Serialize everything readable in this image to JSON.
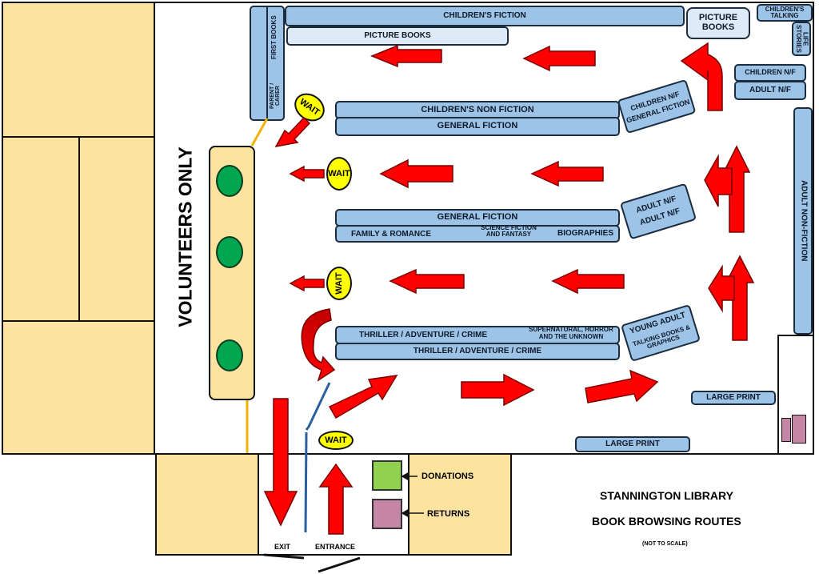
{
  "title_line1": "STANNINGTON LIBRARY",
  "title_line2": "BOOK BROWSING ROUTES",
  "scale_note": "(NOT TO SCALE)",
  "volunteers": "VOLUNTEERS  ONLY",
  "wait": "WAIT",
  "shelves": {
    "childrens_fiction": "CHILDREN'S FICTION",
    "picture_books_long": "PICTURE  BOOKS",
    "picture_books_box": "PICTURE BOOKS",
    "childrens_talking": "CHILDREN'S TALKING",
    "life_stories": "LIFE STORIES",
    "first_books": "FIRST BOOKS",
    "parent_carer": "PARENT / CARER",
    "childrens_non_fiction": "CHILDREN'S NON FICTION",
    "general_fiction_1": "GENERAL FICTION",
    "children_nf_general_fiction_a": "CHILDREN N/F",
    "children_nf_general_fiction_b": "GENERAL FICTION",
    "children_nf": "CHILDREN N/F",
    "adult_nf_small": "ADULT N/F",
    "adult_non_fiction": "ADULT NON-FICTION",
    "general_fiction_2": "GENERAL FICTION",
    "family_romance": "FAMILY & ROMANCE",
    "scifi_fantasy": "SCIENCE FICTION AND  FANTASY",
    "biographies": "BIOGRAPHIES",
    "adult_nf_angled_a": "ADULT N/F",
    "adult_nf_angled_b": "ADULT N/F",
    "thriller_1": "THRILLER / ADVENTURE / CRIME",
    "supernatural": "SUPERNATURAL, HORROR AND THE UNKNOWN",
    "thriller_2": "THRILLER / ADVENTURE / CRIME",
    "young_adult": "YOUNG ADULT",
    "talking_books": "TALKING BOOKS & GRAPHICS",
    "large_print_1": "LARGE PRINT",
    "large_print_2": "LARGE PRINT"
  },
  "donations": "DONATIONS",
  "returns": "RETURNS",
  "exit": "EXIT",
  "entrance": "ENTRANCE",
  "colors": {
    "room_fill": "#fce4a0",
    "shelf_fill": "#9dc3e6",
    "arrow_red": "#ff0000",
    "wait_yellow": "#ffff00",
    "seat_green": "#00a650",
    "donations_green": "#92d050",
    "returns_pink": "#c586a6"
  }
}
